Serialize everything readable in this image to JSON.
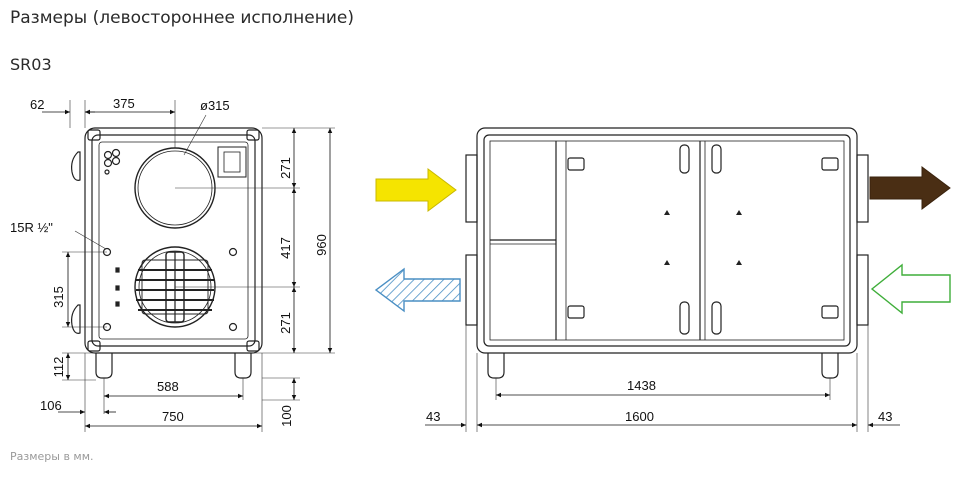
{
  "title": "Размеры (левостороннее исполнение)",
  "model": "SR03",
  "footnote": "Размеры в мм.",
  "colors": {
    "supply_arrow": "#f5e400",
    "extract_arrow": "#4a8fc4",
    "exhaust_arrow": "#4a2e14",
    "outdoor_arrow": "#3fae3a",
    "line": "#222222"
  },
  "front_view": {
    "dims": {
      "d62": "62",
      "d375": "375",
      "d315dia": "ø315",
      "d15r": "15R ½\"",
      "d315": "315",
      "d112": "112",
      "d106": "106",
      "d588": "588",
      "d750": "750",
      "d271a": "271",
      "d417": "417",
      "d271b": "271",
      "d960": "960",
      "d100": "100"
    }
  },
  "side_view": {
    "dims": {
      "d1438": "1438",
      "d43l": "43",
      "d1600": "1600",
      "d43r": "43"
    }
  }
}
